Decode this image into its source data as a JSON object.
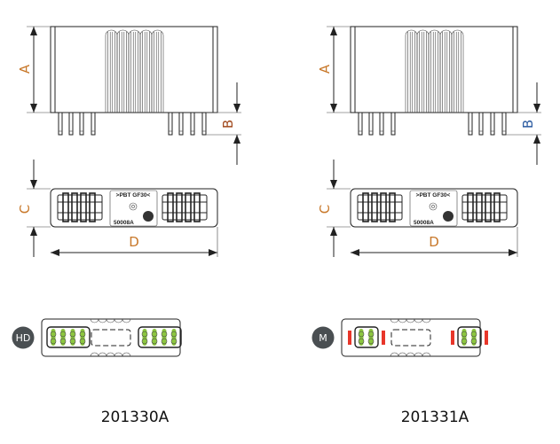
{
  "colors": {
    "dimension_label": "#c8782a",
    "b_label_left": "#a0481c",
    "b_label_right": "#2a5aa0",
    "pin_green": "#8cc63f",
    "mark_red": "#e8362a",
    "badge_bg": "#4a4f52"
  },
  "products": [
    {
      "code": "201330A",
      "badge": "HD",
      "dims": {
        "a": "A",
        "b": "B",
        "c": "C",
        "d": "D"
      },
      "marking_top": ">PBT GF30<",
      "marking_bottom": "50008A",
      "pins_per_side": 4,
      "red_marks": false
    },
    {
      "code": "201331A",
      "badge": "M",
      "dims": {
        "a": "A",
        "b": "B",
        "c": "C",
        "d": "D"
      },
      "marking_top": ">PBT GF30<",
      "marking_bottom": "50008A",
      "pins_per_side": 2,
      "red_marks": true
    }
  ]
}
